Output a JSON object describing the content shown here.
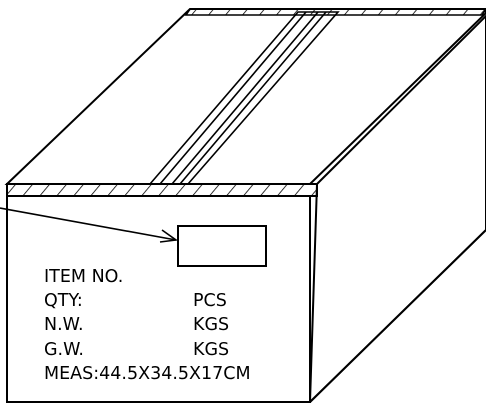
{
  "carton_marking": {
    "item_no_label": "ITEM  NO.",
    "qty_label": "QTY:",
    "qty_unit": "PCS",
    "nw_label": "N.W.",
    "nw_unit": "KGS",
    "gw_label": "G.W.",
    "gw_unit": "KGS",
    "meas_text": "MEAS:44.5X34.5X17CM"
  }
}
